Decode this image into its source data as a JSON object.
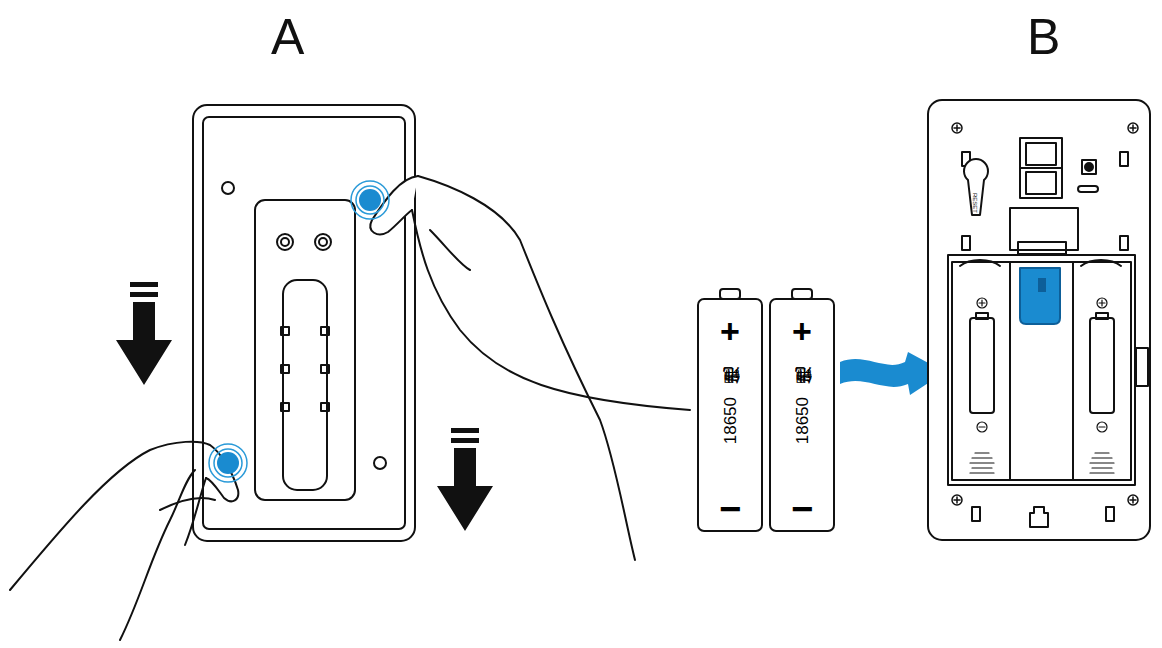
{
  "diagram": {
    "nodes": [
      {
        "text": [
          "+",
          "18650锂电池",
          "−"
        ]
      },
      {
        "text": [
          "+",
          "18650锂电池",
          "−"
        ]
      }
    ],
    "labels": [
      "A",
      "B",
      "RESET"
    ]
  }
}
